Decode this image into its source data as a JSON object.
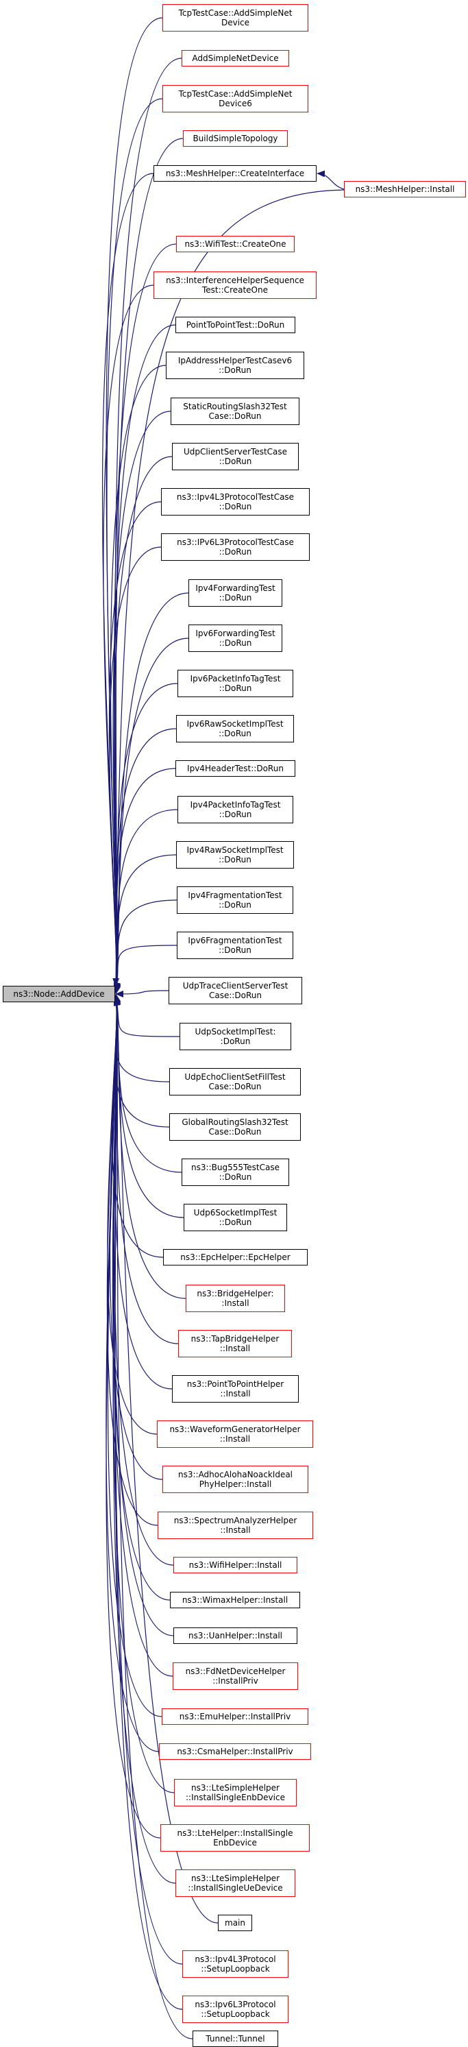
{
  "diagram": {
    "type": "call-graph",
    "root": {
      "id": "ns3-node-adddevice",
      "label": "ns3::Node::AddDevice"
    },
    "colors": {
      "edge": "#191970",
      "external_border": "#ff0000",
      "local_border": "#000000",
      "root_fill": "#bfbfbf"
    },
    "callers": [
      {
        "id": "tcptestcase-addsimplenetdevice",
        "label": "TcpTestCase::AddSimpleNet\nDevice",
        "external": true
      },
      {
        "id": "addsimplenetdevice",
        "label": "AddSimpleNetDevice",
        "external": true
      },
      {
        "id": "tcptestcase-addsimplenetdevice6",
        "label": "TcpTestCase::AddSimpleNet\nDevice6",
        "external": true
      },
      {
        "id": "buildsimpletopology",
        "label": "BuildSimpleTopology",
        "external": true
      },
      {
        "id": "meshhelper-createinterface",
        "label": "ns3::MeshHelper::CreateInterface",
        "external": false
      },
      {
        "id": "wifitest-createone",
        "label": "ns3::WifiTest::CreateOne",
        "external": true
      },
      {
        "id": "interferencehelpersequencetest-createone",
        "label": "ns3::InterferenceHelperSequence\nTest::CreateOne",
        "external": true
      },
      {
        "id": "pointtopointtest-dorun",
        "label": "PointToPointTest::DoRun",
        "external": false
      },
      {
        "id": "ipaddresshelpertestcasev6-dorun",
        "label": "IpAddressHelperTestCasev6\n::DoRun",
        "external": false
      },
      {
        "id": "staticroutingslash32testcase-dorun",
        "label": "StaticRoutingSlash32Test\nCase::DoRun",
        "external": false
      },
      {
        "id": "udpclientservertestcase-dorun",
        "label": "UdpClientServerTestCase\n::DoRun",
        "external": false
      },
      {
        "id": "ipv4l3protocoltestcase-dorun",
        "label": "ns3::Ipv4L3ProtocolTestCase\n::DoRun",
        "external": false
      },
      {
        "id": "ipv6l3protocoltestcase-dorun",
        "label": "ns3::IPv6L3ProtocolTestCase\n::DoRun",
        "external": false
      },
      {
        "id": "ipv4forwardingtest-dorun",
        "label": "Ipv4ForwardingTest\n::DoRun",
        "external": false
      },
      {
        "id": "ipv6forwardingtest-dorun",
        "label": "Ipv6ForwardingTest\n::DoRun",
        "external": false
      },
      {
        "id": "ipv6packetinfotagtest-dorun",
        "label": "Ipv6PacketInfoTagTest\n::DoRun",
        "external": false
      },
      {
        "id": "ipv6rawsocketimpltest-dorun",
        "label": "Ipv6RawSocketImplTest\n::DoRun",
        "external": false
      },
      {
        "id": "ipv4headertest-dorun",
        "label": "Ipv4HeaderTest::DoRun",
        "external": false
      },
      {
        "id": "ipv4packetinfotagtest-dorun",
        "label": "Ipv4PacketInfoTagTest\n::DoRun",
        "external": false
      },
      {
        "id": "ipv4rawsocketimpltest-dorun",
        "label": "Ipv4RawSocketImplTest\n::DoRun",
        "external": false
      },
      {
        "id": "ipv4fragmentationtest-dorun",
        "label": "Ipv4FragmentationTest\n::DoRun",
        "external": false
      },
      {
        "id": "ipv6fragmentationtest-dorun",
        "label": "Ipv6FragmentationTest\n::DoRun",
        "external": false
      },
      {
        "id": "udptraceclientservertestcase-dorun",
        "label": "UdpTraceClientServerTest\nCase::DoRun",
        "external": false
      },
      {
        "id": "udpsocketimpltest-dorun",
        "label": "UdpSocketImplTest:\n:DoRun",
        "external": false
      },
      {
        "id": "udpechoclientsetfilltestcase-dorun",
        "label": "UdpEchoClientSetFillTest\nCase::DoRun",
        "external": false
      },
      {
        "id": "globalroutingslash32testcase-dorun",
        "label": "GlobalRoutingSlash32Test\nCase::DoRun",
        "external": false
      },
      {
        "id": "bug555testcase-dorun",
        "label": "ns3::Bug555TestCase\n::DoRun",
        "external": false
      },
      {
        "id": "udp6socketimpltest-dorun",
        "label": "Udp6SocketImplTest\n::DoRun",
        "external": false
      },
      {
        "id": "epchelper-epchelper",
        "label": "ns3::EpcHelper::EpcHelper",
        "external": false
      },
      {
        "id": "bridgehelper-install",
        "label": "ns3::BridgeHelper:\n:Install",
        "external": true
      },
      {
        "id": "tapbridgehelper-install",
        "label": "ns3::TapBridgeHelper\n::Install",
        "external": true
      },
      {
        "id": "pointtopointhelper-install",
        "label": "ns3::PointToPointHelper\n::Install",
        "external": false
      },
      {
        "id": "waveformgeneratorhelper-install",
        "label": "ns3::WaveformGeneratorHelper\n::Install",
        "external": true
      },
      {
        "id": "adhocalohanoackidealphyhelper-install",
        "label": "ns3::AdhocAlohaNoackIdeal\nPhyHelper::Install",
        "external": true
      },
      {
        "id": "spectrumanalyzerhelper-install",
        "label": "ns3::SpectrumAnalyzerHelper\n::Install",
        "external": true
      },
      {
        "id": "wifihelper-install",
        "label": "ns3::WifiHelper::Install",
        "external": true
      },
      {
        "id": "wimaxhelper-install",
        "label": "ns3::WimaxHelper::Install",
        "external": false
      },
      {
        "id": "uanhelper-install",
        "label": "ns3::UanHelper::Install",
        "external": false
      },
      {
        "id": "fdnetdevicehelper-installpriv",
        "label": "ns3::FdNetDeviceHelper\n::InstallPriv",
        "external": true
      },
      {
        "id": "emuhelper-installpriv",
        "label": "ns3::EmuHelper::InstallPriv",
        "external": true
      },
      {
        "id": "csmahelper-installpriv",
        "label": "ns3::CsmaHelper::InstallPriv",
        "external": true
      },
      {
        "id": "ltesimplehelper-installsingleenbdevice",
        "label": "ns3::LteSimpleHelper\n::InstallSingleEnbDevice",
        "external": true
      },
      {
        "id": "ltehelper-installsingleenbdevice",
        "label": "ns3::LteHelper::InstallSingle\nEnbDevice",
        "external": true
      },
      {
        "id": "ltesimplehelper-installsingleuedevice",
        "label": "ns3::LteSimpleHelper\n::InstallSingleUeDevice",
        "external": true
      },
      {
        "id": "main",
        "label": "main",
        "external": false
      },
      {
        "id": "ipv4l3protocol-setuploopback",
        "label": "ns3::Ipv4L3Protocol\n::SetupLoopback",
        "external": true
      },
      {
        "id": "ipv6l3protocol-setuploopback",
        "label": "ns3::Ipv6L3Protocol\n::SetupLoopback",
        "external": true
      },
      {
        "id": "tunnel-tunnel",
        "label": "Tunnel::Tunnel",
        "external": false
      }
    ],
    "secondary": [
      {
        "id": "meshhelper-install",
        "label": "ns3::MeshHelper::Install",
        "external": true,
        "calls": "meshhelper-createinterface"
      }
    ]
  }
}
